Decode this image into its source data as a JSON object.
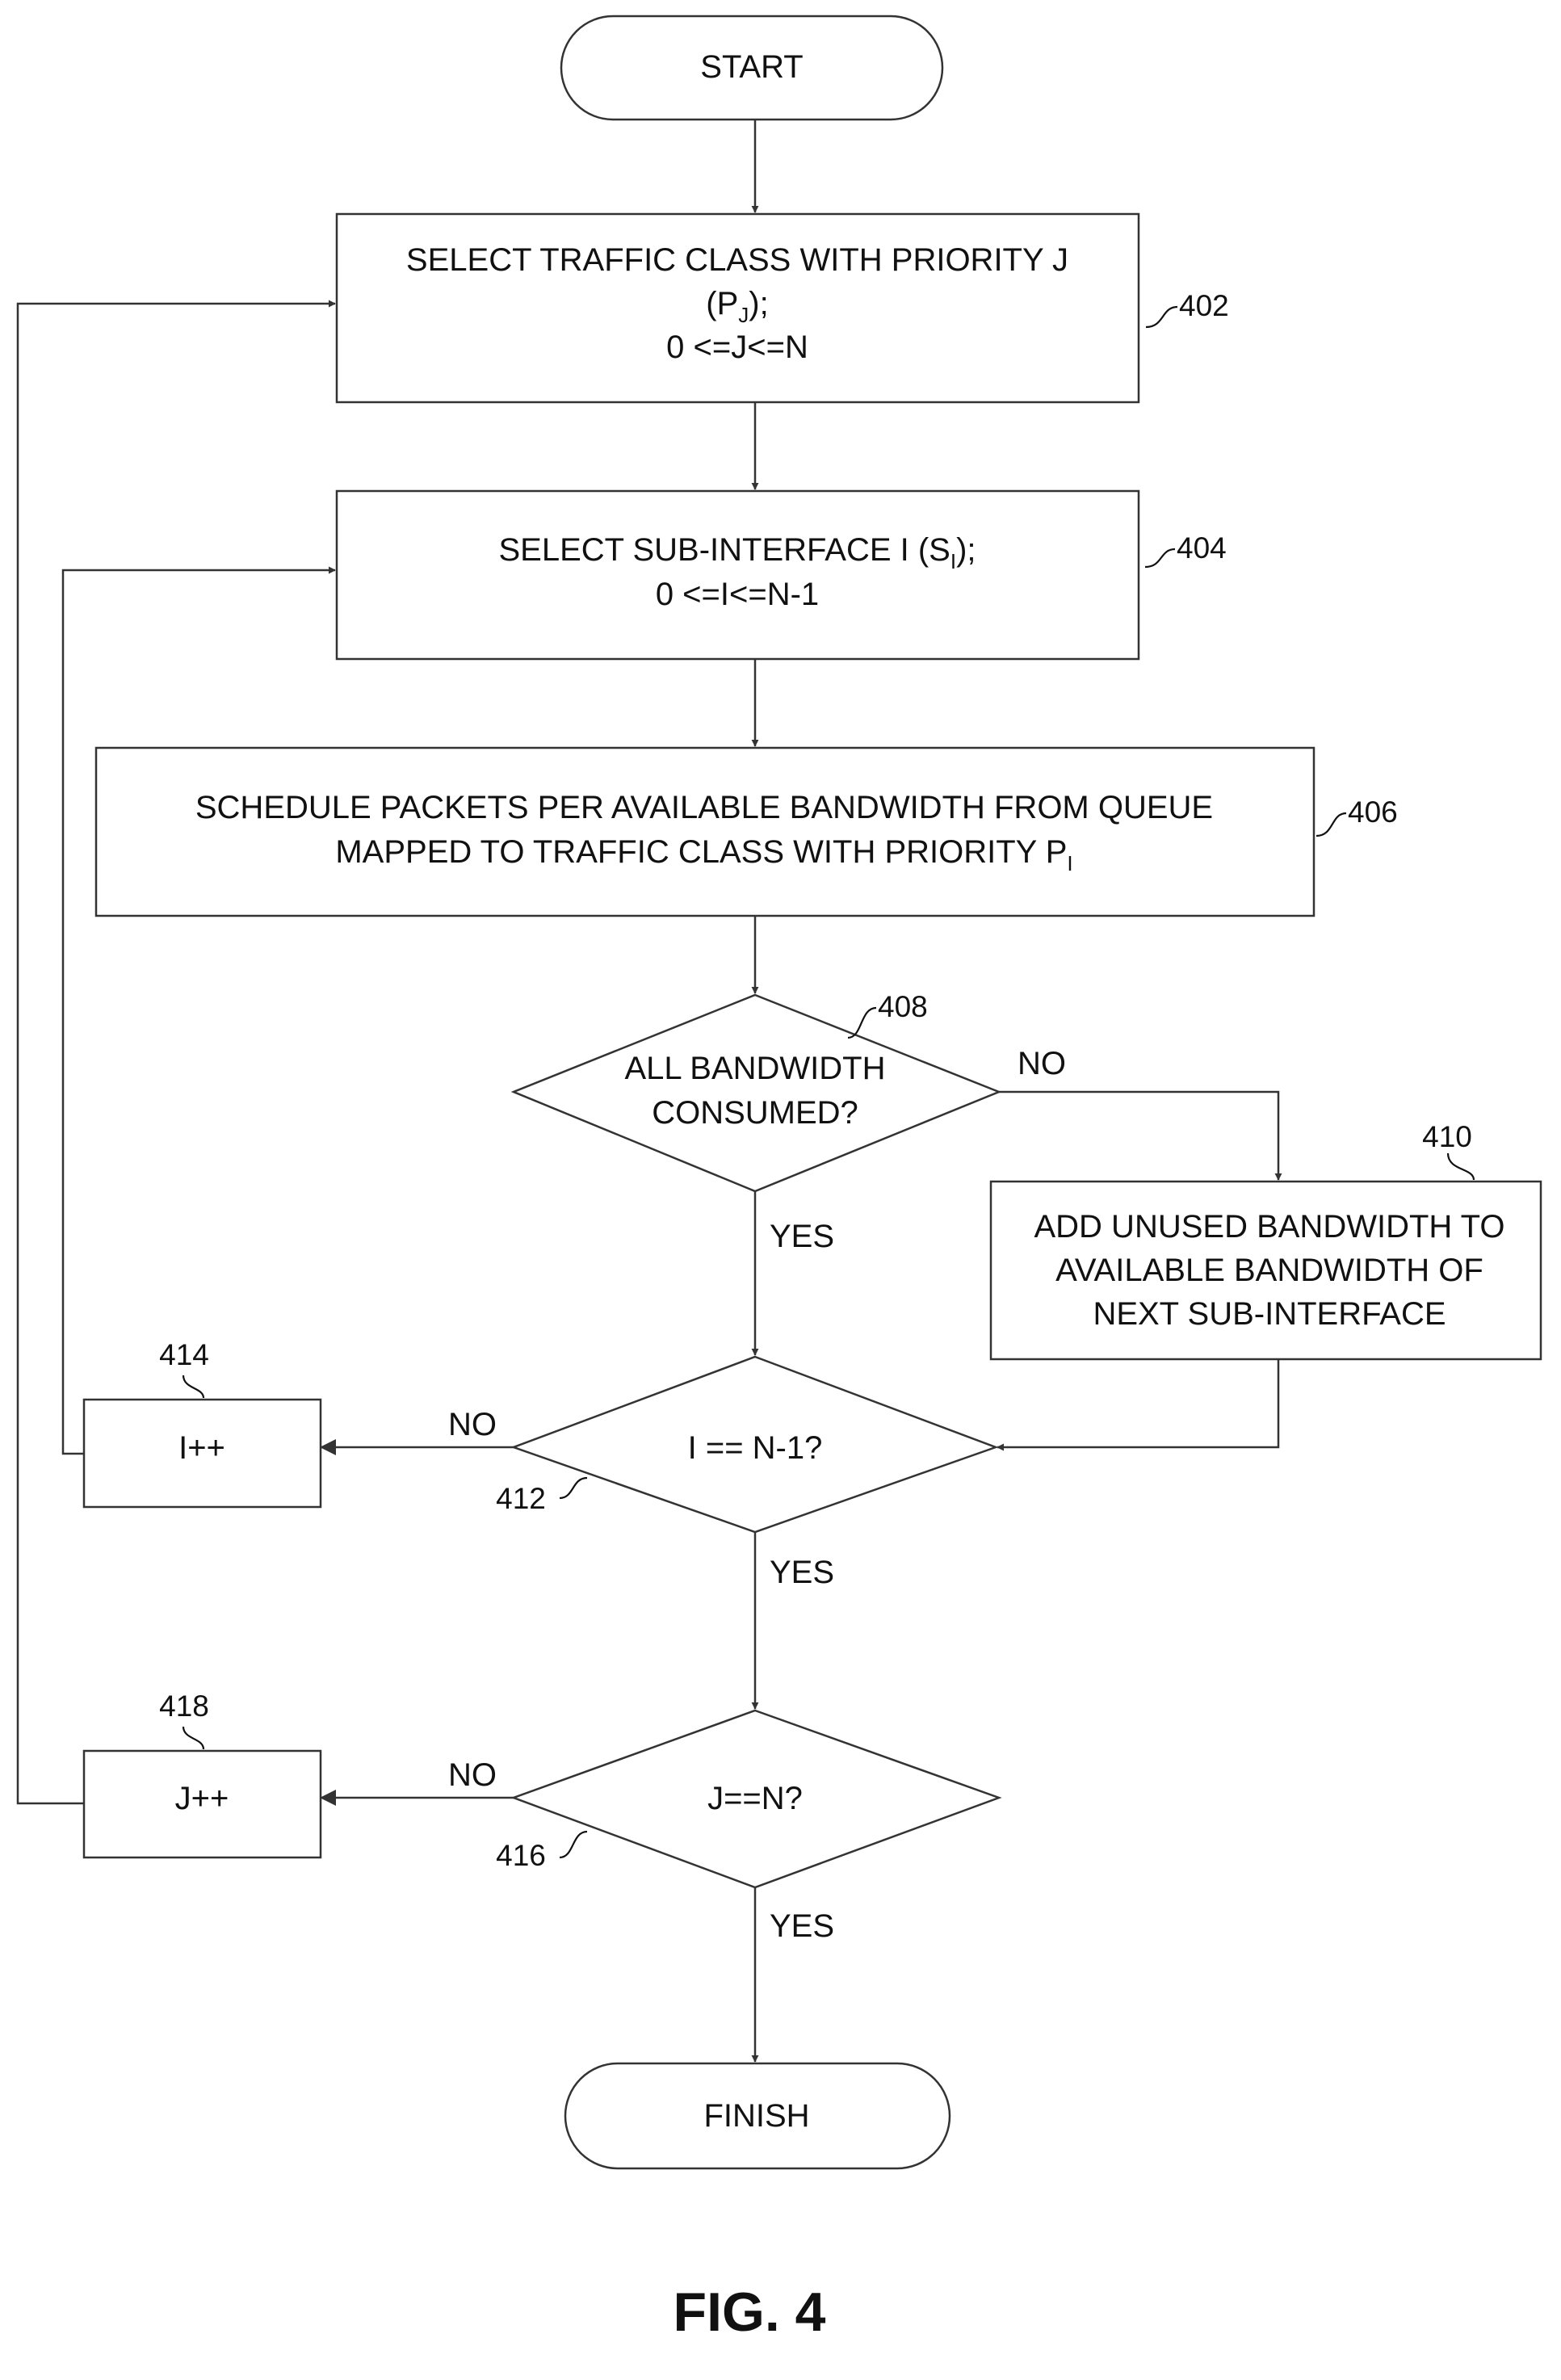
{
  "figure_label": "FIG. 4",
  "nodes": {
    "start": {
      "text": "START"
    },
    "n402": {
      "line1": "SELECT TRAFFIC CLASS WITH PRIORITY J",
      "line2_pre": "(P",
      "line2_sub": "J",
      "line2_post": ");",
      "line3": "0 <=J<=N",
      "ref": "402"
    },
    "n404": {
      "line1_pre": "SELECT SUB-INTERFACE I (S",
      "line1_sub": "I",
      "line1_post": ");",
      "line2": "0 <=I<=N-1",
      "ref": "404"
    },
    "n406": {
      "line1": "SCHEDULE PACKETS PER AVAILABLE BANDWIDTH FROM QUEUE",
      "line2_pre": "MAPPED TO TRAFFIC CLASS WITH PRIORITY P",
      "line2_sub": "I",
      "ref": "406"
    },
    "n408": {
      "line1": "ALL BANDWIDTH",
      "line2": "CONSUMED?",
      "ref": "408"
    },
    "n410": {
      "line1": "ADD UNUSED BANDWIDTH TO",
      "line2": "AVAILABLE BANDWIDTH OF",
      "line3": "NEXT SUB-INTERFACE",
      "ref": "410"
    },
    "n412": {
      "text": "I == N-1?",
      "ref": "412"
    },
    "n414": {
      "text": "I++",
      "ref": "414"
    },
    "n416": {
      "text": "J==N?",
      "ref": "416"
    },
    "n418": {
      "text": "J++",
      "ref": "418"
    },
    "finish": {
      "text": "FINISH"
    }
  },
  "edges": {
    "e408_no": "NO",
    "e408_yes": "YES",
    "e412_no": "NO",
    "e412_yes": "YES",
    "e416_no": "NO",
    "e416_yes": "YES"
  }
}
